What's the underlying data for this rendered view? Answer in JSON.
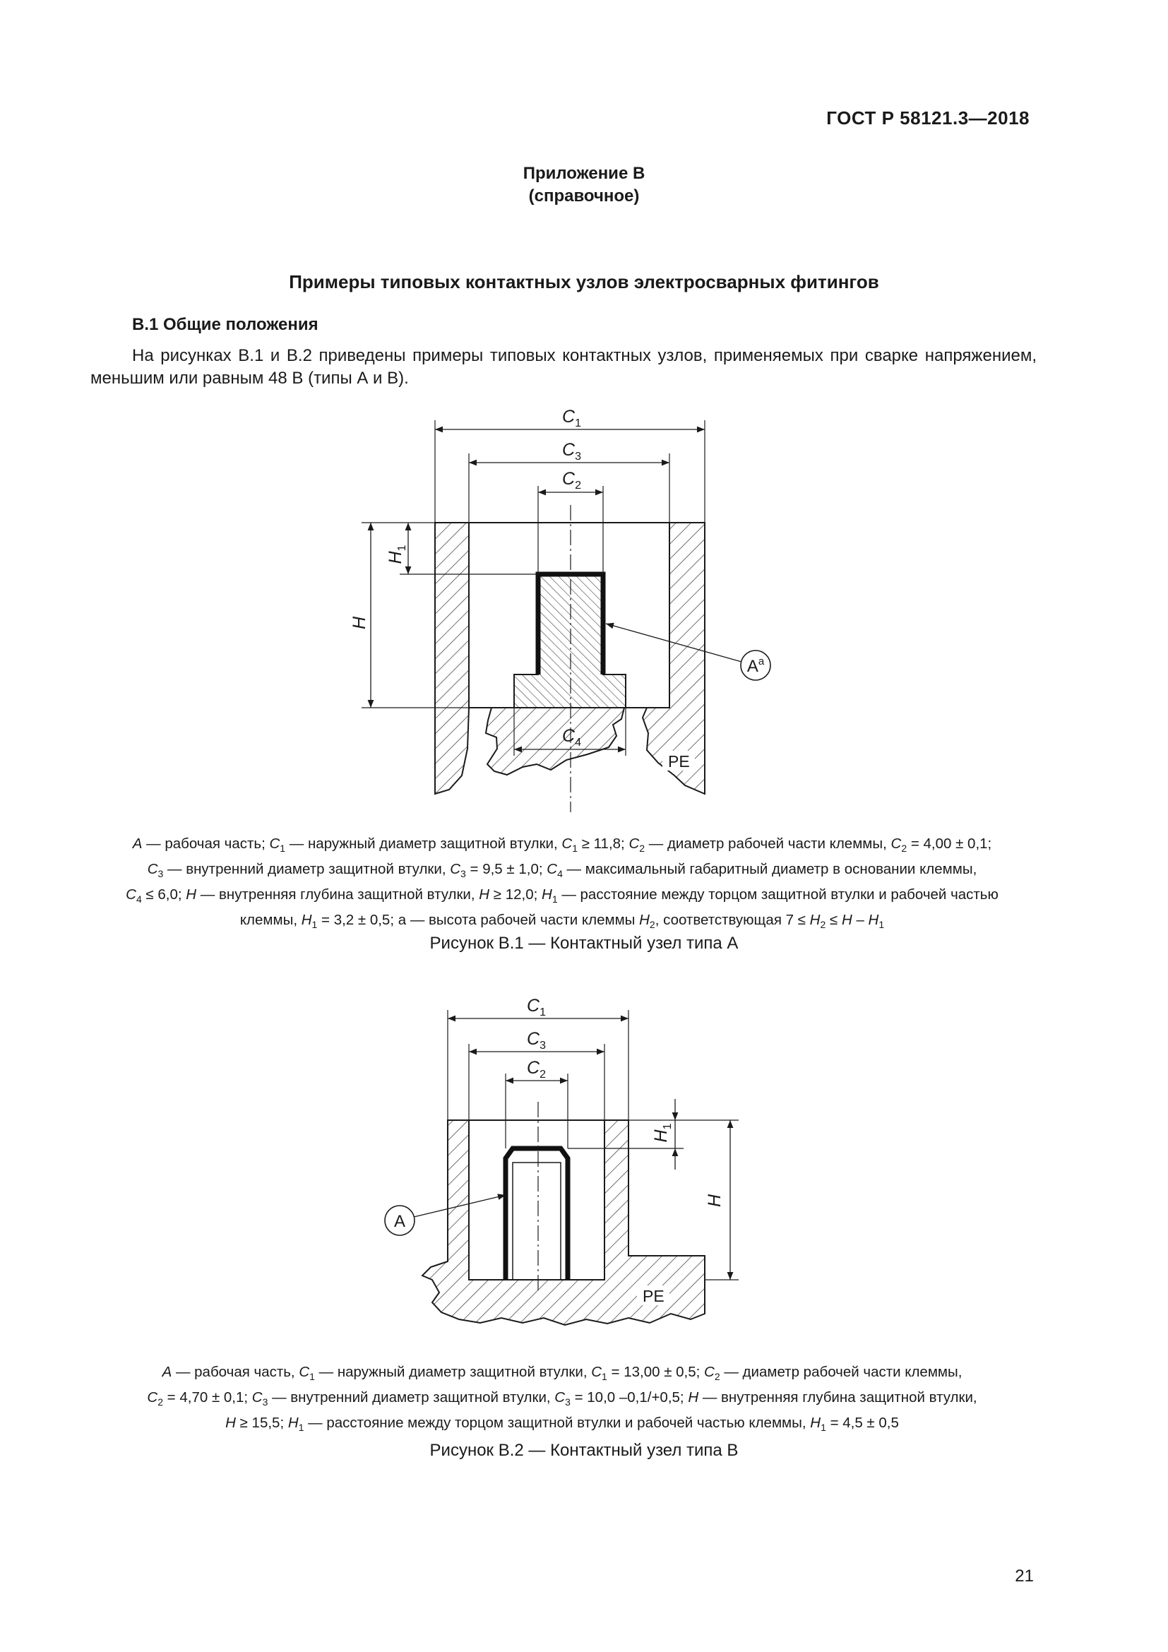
{
  "header": {
    "doc_code": "ГОСТ Р 58121.3—2018"
  },
  "appendix": {
    "title": "Приложение В",
    "subtitle": "(справочное)"
  },
  "main_title": "Примеры типовых контактных узлов электросварных фитингов",
  "section": {
    "title": "В.1  Общие положения",
    "paragraph": "На рисунках В.1  и В.2  приведены примеры типовых контактных узлов, применяемых при сварке напряжением, меньшим или равным 48 В (типы А и В)."
  },
  "figure1": {
    "labels": {
      "c1": "C",
      "c1_sub": "1",
      "c3": "C",
      "c3_sub": "3",
      "c2": "C",
      "c2_sub": "2",
      "c4": "C",
      "c4_sub": "4",
      "h": "H",
      "h1": "H",
      "h1_sub": "1",
      "callout": "A",
      "callout_sup": "a",
      "material": "PE"
    },
    "caption": {
      "l1": [
        [
          "A",
          "i"
        ],
        [
          " — рабочая часть; ",
          ""
        ],
        [
          "C",
          "i"
        ],
        [
          "1",
          "sub"
        ],
        [
          " — наружный диаметр защитной втулки, ",
          ""
        ],
        [
          "C",
          "i"
        ],
        [
          "1",
          "sub"
        ],
        [
          " ≥ 11,8; ",
          ""
        ],
        [
          "C",
          "i"
        ],
        [
          "2",
          "sub"
        ],
        [
          " — диаметр рабочей части клеммы, ",
          ""
        ],
        [
          "C",
          "i"
        ],
        [
          "2",
          "sub"
        ],
        [
          " = 4,00 ± 0,1;",
          ""
        ]
      ],
      "l2": [
        [
          "C",
          "i"
        ],
        [
          "3",
          "sub"
        ],
        [
          " — внутренний диаметр защитной втулки, ",
          ""
        ],
        [
          "C",
          "i"
        ],
        [
          "3",
          "sub"
        ],
        [
          " = 9,5 ± 1,0; ",
          ""
        ],
        [
          "C",
          "i"
        ],
        [
          "4",
          "sub"
        ],
        [
          " — максимальный габаритный диаметр в основании клеммы,",
          ""
        ]
      ],
      "l3": [
        [
          "C",
          "i"
        ],
        [
          "4",
          "sub"
        ],
        [
          " ≤ 6,0; ",
          ""
        ],
        [
          "H",
          "i"
        ],
        [
          " — внутренняя глубина защитной втулки, ",
          ""
        ],
        [
          "H",
          "i"
        ],
        [
          " ≥ 12,0; ",
          ""
        ],
        [
          "H",
          "i"
        ],
        [
          "1",
          "sub"
        ],
        [
          " — расстояние между торцом защитной втулки и рабочей частью",
          ""
        ]
      ],
      "l4": [
        [
          "клеммы, ",
          ""
        ],
        [
          "H",
          "i"
        ],
        [
          "1",
          "sub"
        ],
        [
          " = 3,2 ± 0,5; а — высота рабочей части клеммы ",
          ""
        ],
        [
          "H",
          "i"
        ],
        [
          "2",
          "sub"
        ],
        [
          ", соответствующая 7 ≤ ",
          ""
        ],
        [
          "H",
          "i"
        ],
        [
          "2",
          "sub"
        ],
        [
          " ≤ ",
          ""
        ],
        [
          "H",
          "i"
        ],
        [
          " – ",
          ""
        ],
        [
          "H",
          "i"
        ],
        [
          "1",
          "sub"
        ]
      ]
    },
    "title": "Рисунок В.1 — Контактный узел типа А"
  },
  "figure2": {
    "labels": {
      "c1": "C",
      "c1_sub": "1",
      "c3": "C",
      "c3_sub": "3",
      "c2": "C",
      "c2_sub": "2",
      "h": "H",
      "h1": "H",
      "h1_sub": "1",
      "callout": "A",
      "material": "PE"
    },
    "caption": {
      "l1": [
        [
          "A",
          "i"
        ],
        [
          " — рабочая часть, ",
          ""
        ],
        [
          "C",
          "i"
        ],
        [
          "1",
          "sub"
        ],
        [
          " — наружный диаметр защитной втулки, ",
          ""
        ],
        [
          "C",
          "i"
        ],
        [
          "1",
          "sub"
        ],
        [
          " = 13,00 ± 0,5; ",
          ""
        ],
        [
          "C",
          "i"
        ],
        [
          "2",
          "sub"
        ],
        [
          " — диаметр рабочей части клеммы,",
          ""
        ]
      ],
      "l2": [
        [
          "C",
          "i"
        ],
        [
          "2",
          "sub"
        ],
        [
          " = 4,70 ± 0,1; ",
          ""
        ],
        [
          "C",
          "i"
        ],
        [
          "3",
          "sub"
        ],
        [
          " — внутренний диаметр защитной втулки, ",
          ""
        ],
        [
          "C",
          "i"
        ],
        [
          "3",
          "sub"
        ],
        [
          " = 10,0 –0,1/+0,5; ",
          ""
        ],
        [
          "H",
          "i"
        ],
        [
          " — внутренняя глубина защитной втулки,",
          ""
        ]
      ],
      "l3": [
        [
          "H",
          "i"
        ],
        [
          " ≥ 15,5; ",
          ""
        ],
        [
          "H",
          "i"
        ],
        [
          "1",
          "sub"
        ],
        [
          " — расстояние между торцом защитной втулки и рабочей частью клеммы, ",
          ""
        ],
        [
          "H",
          "i"
        ],
        [
          "1",
          "sub"
        ],
        [
          " = 4,5 ± 0,5",
          ""
        ]
      ]
    },
    "title": "Рисунок В.2 — Контактный узел типа В"
  },
  "footer": {
    "page_number": "21"
  }
}
